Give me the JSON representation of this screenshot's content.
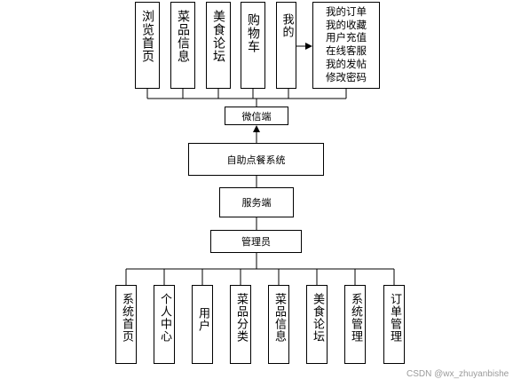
{
  "top_boxes": [
    {
      "label": "浏览首页"
    },
    {
      "label": "菜品信息"
    },
    {
      "label": "美食论坛"
    },
    {
      "label": "购物车"
    },
    {
      "label": "我的"
    }
  ],
  "my_menu": [
    "我的订单",
    "我的收藏",
    "用户充值",
    "在线客服",
    "我的发帖",
    "修改密码"
  ],
  "wechat": "微信端",
  "system": "自助点餐系统",
  "server": "服务端",
  "admin": "管理员",
  "admin_modules": [
    {
      "label": "系统首页"
    },
    {
      "label": "个人中心"
    },
    {
      "label": "用户"
    },
    {
      "label": "菜品分类"
    },
    {
      "label": "菜品信息"
    },
    {
      "label": "美食论坛"
    },
    {
      "label": "系统管理"
    },
    {
      "label": "订单管理"
    }
  ],
  "watermark": "CSDN @wx_zhuyanbishe"
}
